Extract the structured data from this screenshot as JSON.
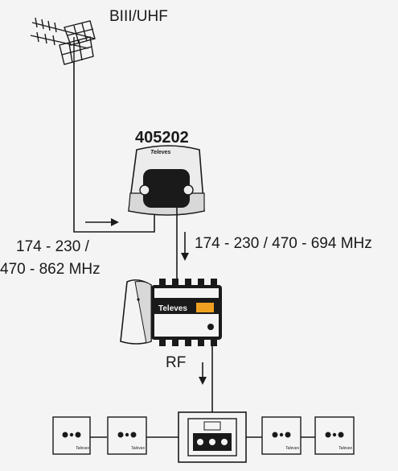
{
  "labels": {
    "antenna": "BIII/UHF",
    "model": "405202",
    "input_band_line1": "174 - 230 /",
    "input_band_line2": "470 - 862 MHz",
    "output_band": "174 - 230 / 470 - 694 MHz",
    "rf": "RF"
  },
  "logos": {
    "filter_brand": "Televes",
    "amplifier_brand": "Televes",
    "outlet_brand": "Televes"
  },
  "icons": {
    "antenna": "yagi-antenna-icon",
    "filter": "lte-filter-device",
    "amplifier": "multiband-amplifier-device",
    "splitter": "splitter-device",
    "outlet": "tv-wall-outlet"
  },
  "colors": {
    "line": "#1a1a1a",
    "device_body": "#e6e6e6",
    "accent_orange": "#f0a020",
    "background": "#f4f4f4"
  }
}
